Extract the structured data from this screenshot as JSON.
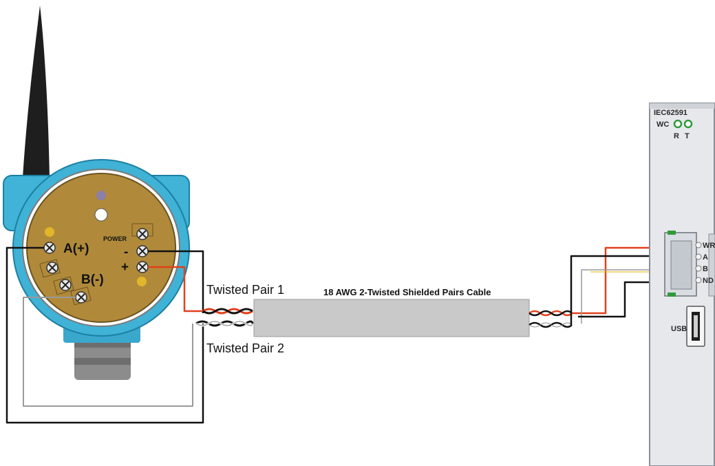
{
  "labels": {
    "terminal_a": "A(+)",
    "terminal_b": "B(-)",
    "power": "POWER",
    "power_minus": "-",
    "power_plus": "+",
    "twisted_pair_1": "Twisted Pair 1",
    "twisted_pair_2": "Twisted Pair 2",
    "cable_label": "18 AWG 2-Twisted Shielded Pairs Cable"
  },
  "module": {
    "title": "IEC62591",
    "wc": "WC",
    "led_r": "R",
    "led_t": "T",
    "pin_pwr": "WR",
    "pin_a": "A",
    "pin_b": "B",
    "pin_gnd": "ND",
    "usb": "USB"
  },
  "colors": {
    "wire_black": "#111111",
    "wire_red": "#e2401c",
    "housing_blue": "#3fb2d6",
    "terminal_board": "#b08a3a",
    "cable_gray": "#c9c9c9",
    "module_panel": "#e6e8ec"
  },
  "icons": [
    "antenna-icon",
    "screw-terminal-icon",
    "led-indicator-icon",
    "usb-port-icon"
  ]
}
